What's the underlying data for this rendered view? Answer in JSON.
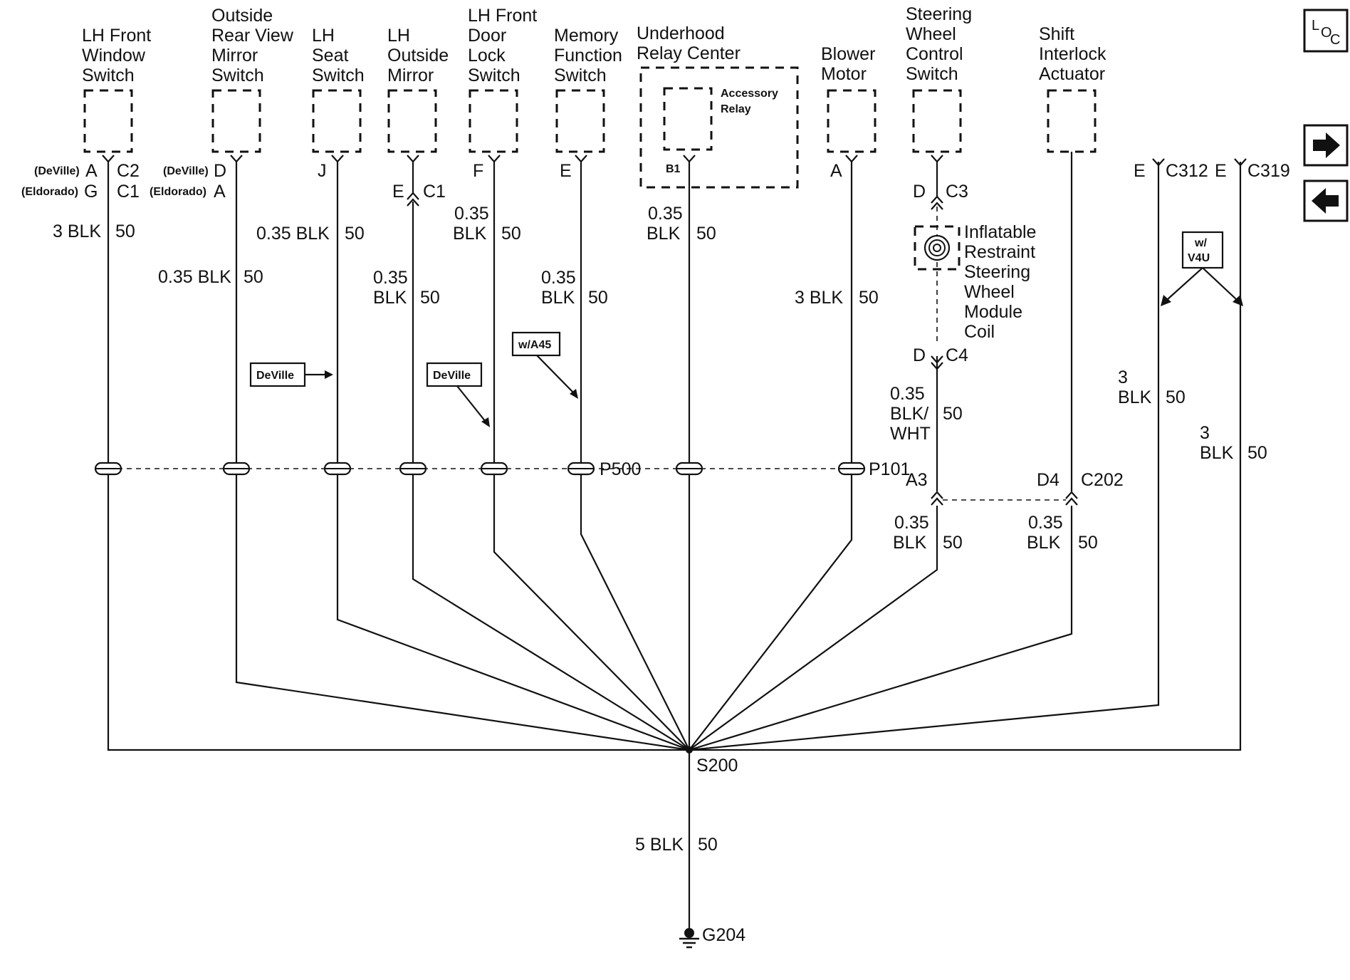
{
  "components": {
    "lh_front_window_switch": [
      "LH Front",
      "Window",
      "Switch"
    ],
    "outside_rear_view_mirror_switch": [
      "Outside",
      "Rear View",
      "Mirror",
      "Switch"
    ],
    "lh_seat_switch": [
      "LH",
      "Seat",
      "Switch"
    ],
    "lh_outside_mirror": [
      "LH",
      "Outside",
      "Mirror"
    ],
    "lh_front_door_lock_switch": [
      "LH Front",
      "Door",
      "Lock",
      "Switch"
    ],
    "memory_function_switch": [
      "Memory",
      "Function",
      "Switch"
    ],
    "underhood_relay_center": [
      "Underhood",
      "Relay Center"
    ],
    "accessory_relay": [
      "Accessory",
      "Relay"
    ],
    "blower_motor": [
      "Blower",
      "Motor"
    ],
    "steering_wheel_control_switch": [
      "Steering",
      "Wheel",
      "Control",
      "Switch"
    ],
    "shift_interlock_actuator": [
      "Shift",
      "Interlock",
      "Actuator"
    ],
    "inflatable_restraint_coil": [
      "Inflatable",
      "Restraint",
      "Steering",
      "Wheel",
      "Module",
      "Coil"
    ]
  },
  "pins": {
    "w1_deville": "(DeVille)",
    "w1_pin_a": "A",
    "w1_conn_c2": "C2",
    "w1_eldorado": "(Eldorado)",
    "w1_pin_g": "G",
    "w1_conn_c1": "C1",
    "w2_deville": "(DeVille)",
    "w2_pin_d": "D",
    "w2_eldorado": "(Eldorado)",
    "w2_pin_a": "A",
    "w3_pin": "J",
    "w4_pin": "E",
    "w4_conn": "C1",
    "w5_pin": "F",
    "w6_pin": "E",
    "w7_pin": "B1",
    "w8_pin": "A",
    "w9_pin_top": "D",
    "w9_conn_top": "C3",
    "w9_pin_bottom": "D",
    "w9_conn_bottom": "C4",
    "w12_pin": "E",
    "w12_conn": "C312",
    "w13_pin": "E",
    "w13_conn": "C319",
    "c202_pin_a3": "A3",
    "c202_pin_d4": "D4",
    "c202_conn": "C202"
  },
  "wires": {
    "w1": {
      "size": "3 BLK",
      "circuit": "50"
    },
    "w2": {
      "size": "0.35 BLK",
      "circuit": "50"
    },
    "w3": {
      "size": "0.35 BLK",
      "circuit": "50"
    },
    "w4": {
      "size1": "0.35",
      "size2": "BLK",
      "circuit": "50"
    },
    "w5": {
      "size1": "0.35",
      "size2": "BLK",
      "circuit": "50"
    },
    "w6": {
      "size1": "0.35",
      "size2": "BLK",
      "circuit": "50"
    },
    "w7": {
      "size1": "0.35",
      "size2": "BLK",
      "circuit": "50"
    },
    "w8": {
      "size": "3 BLK",
      "circuit": "50"
    },
    "w9": {
      "size1": "0.35",
      "size2": "BLK/",
      "size3": "WHT",
      "circuit": "50"
    },
    "w10": {
      "size1": "0.35",
      "size2": "BLK",
      "circuit": "50"
    },
    "w11": {
      "size1": "0.35",
      "size2": "BLK",
      "circuit": "50"
    },
    "w12": {
      "size1": "3",
      "size2": "BLK",
      "circuit": "50"
    },
    "w13": {
      "size1": "3",
      "size2": "BLK",
      "circuit": "50"
    },
    "ground": {
      "size": "5 BLK",
      "circuit": "50"
    }
  },
  "splices": {
    "p500": "P500",
    "p101": "P101",
    "s200": "S200",
    "g204": "G204"
  },
  "options": {
    "deville_1": "DeVille",
    "deville_2": "DeVille",
    "w_a45": "w/A45",
    "w_v4u_1": "w/",
    "w_v4u_2": "V4U"
  },
  "nav": {
    "loc_l": "L",
    "loc_o": "O",
    "loc_c": "C",
    "next_icon": "arrow-right-icon",
    "prev_icon": "arrow-left-icon"
  }
}
